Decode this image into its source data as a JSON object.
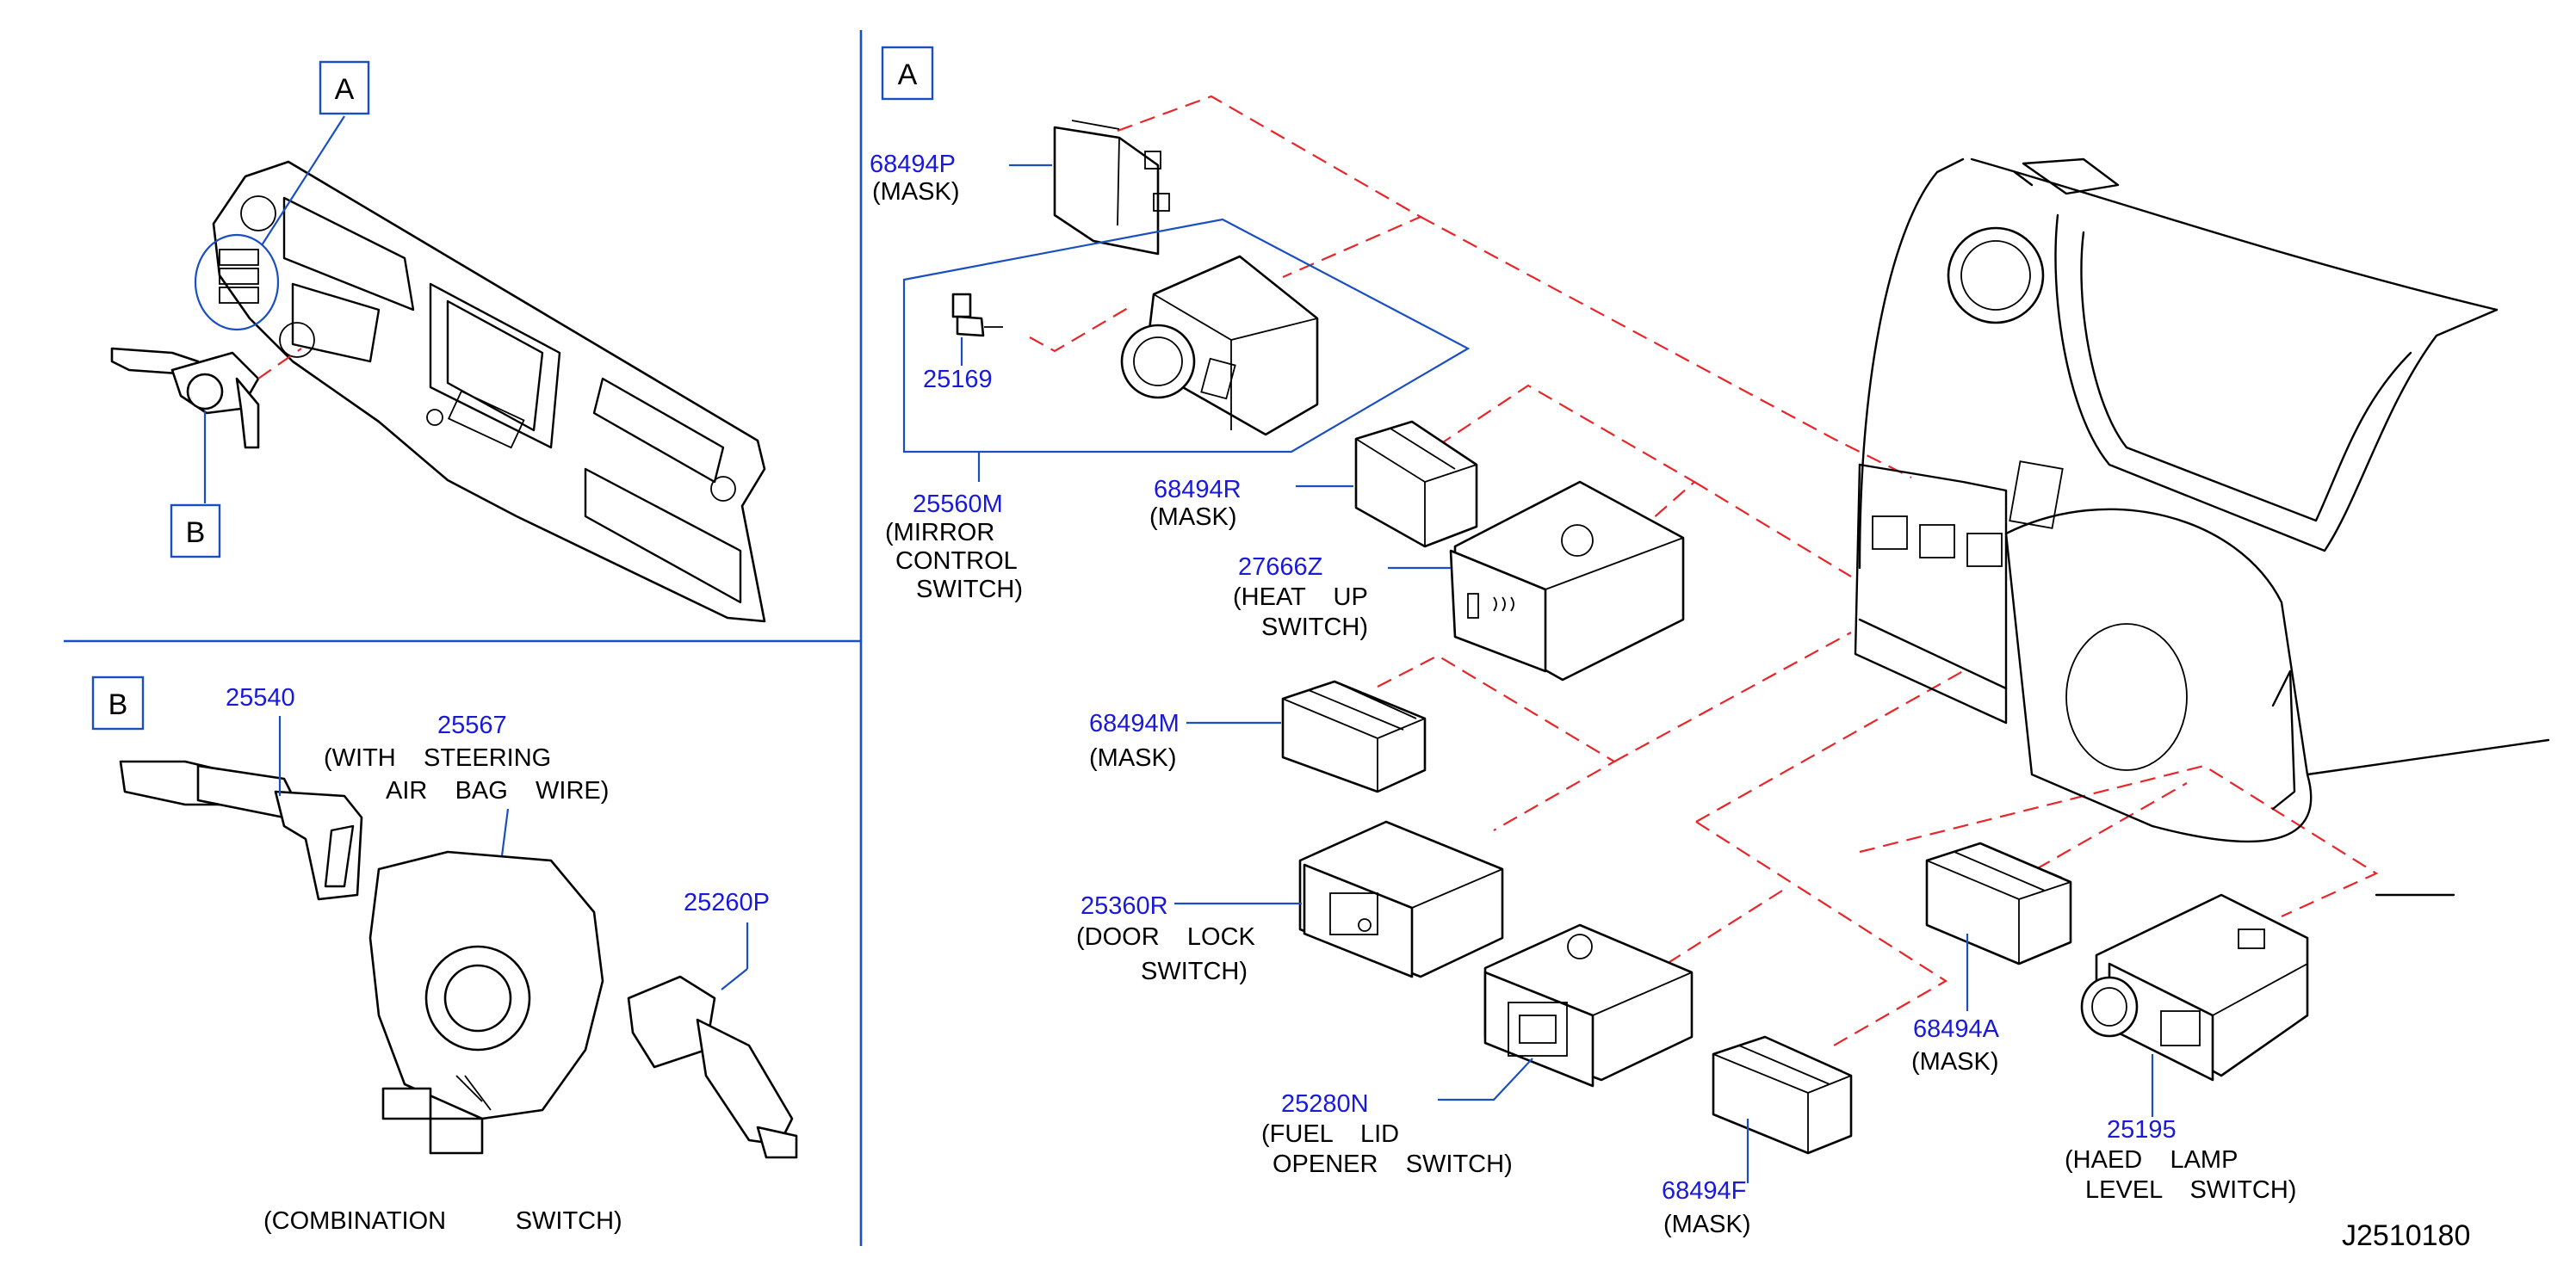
{
  "colors": {
    "part_number": "#1a1ad6",
    "leader": "#1a4fc2",
    "dashed_guide": "#e8262a",
    "outline": "#000000",
    "background": "#ffffff"
  },
  "section_labels": {
    "overview_a": "A",
    "overview_b": "B",
    "detail_a": "A",
    "detail_b": "B"
  },
  "diagram_code": "J2510180",
  "section_b": {
    "caption": "(COMBINATION          SWITCH)",
    "parts": [
      {
        "number": "25540",
        "lines": []
      },
      {
        "number": "25567",
        "lines": [
          "(WITH    STEERING",
          "AIR    BAG    WIRE)"
        ]
      },
      {
        "number": "25260P",
        "lines": []
      }
    ]
  },
  "section_a": {
    "parts": [
      {
        "number": "68494P",
        "lines": [
          "(MASK)"
        ]
      },
      {
        "number": "25169",
        "lines": []
      },
      {
        "number": "25560M",
        "lines": [
          "(MIRROR",
          "CONTROL",
          "SWITCH)"
        ]
      },
      {
        "number": "68494R",
        "lines": [
          "(MASK)"
        ]
      },
      {
        "number": "27666Z",
        "lines": [
          "(HEAT    UP",
          "SWITCH)"
        ]
      },
      {
        "number": "68494M",
        "lines": [
          "(MASK)"
        ]
      },
      {
        "number": "25360R",
        "lines": [
          "(DOOR    LOCK",
          "SWITCH)"
        ]
      },
      {
        "number": "25280N",
        "lines": [
          "(FUEL    LID",
          "OPENER    SWITCH)"
        ]
      },
      {
        "number": "68494F",
        "lines": [
          "(MASK)"
        ]
      },
      {
        "number": "68494A",
        "lines": [
          "(MASK)"
        ]
      },
      {
        "number": "25195",
        "lines": [
          "(HAED    LAMP",
          "LEVEL    SWITCH)"
        ]
      }
    ]
  }
}
